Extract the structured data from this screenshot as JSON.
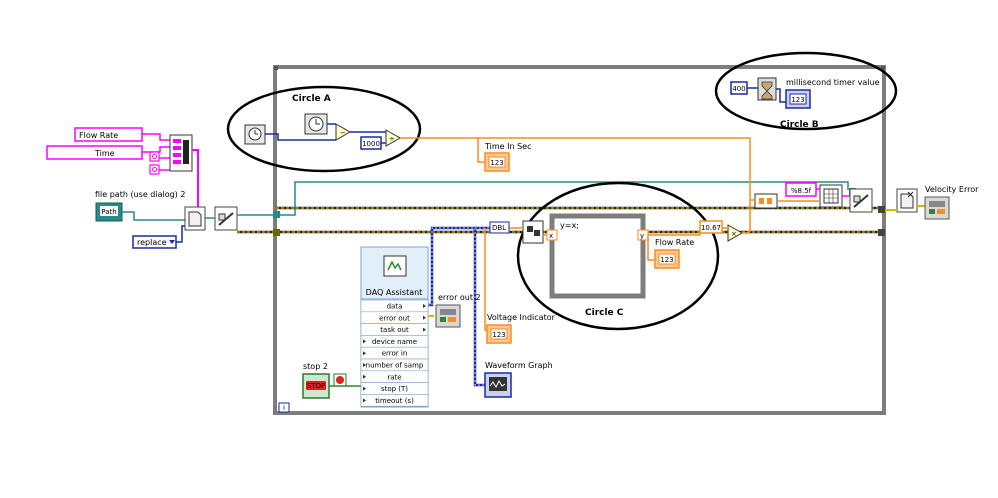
{
  "labels": {
    "flow_rate_const": "Flow Rate",
    "time_const": "Time",
    "file_path": "file path (use dialog) 2",
    "replace_enum": "replace",
    "circle_a": "Circle A",
    "circle_b": "Circle B",
    "circle_c": "Circle C",
    "const_1000": "1000",
    "const_400": "400",
    "ms_timer_value": "millisecond timer value",
    "time_in_sec": "Time In Sec",
    "format_string": "%8.5f",
    "velocity_error": "Velocity Error",
    "formula_text": "y=x;",
    "const_1067": "10.67",
    "flow_rate_ind": "Flow Rate",
    "error_out_2": "error out 2",
    "voltage_indicator": "Voltage Indicator",
    "waveform_graph": "Waveform Graph",
    "stop_2": "stop 2",
    "daq_title": "DAQ Assistant",
    "indicator_123": "123",
    "path_glyph": "Path",
    "dbl_tag": "DBL",
    "stop_btn": "STOP",
    "loop_iter": "i"
  },
  "daq_terminals": [
    {
      "label": "data",
      "color": "#1a2aa0"
    },
    {
      "label": "error out",
      "color": "#b8860b"
    },
    {
      "label": "task out",
      "color": "#7a1a6a"
    },
    {
      "label": "device name",
      "color": "#7a1a6a"
    },
    {
      "label": "error in",
      "color": "#b8860b"
    },
    {
      "label": "number of samp",
      "color": "#1a2aa0"
    },
    {
      "label": "rate",
      "color": "#e07a1a"
    },
    {
      "label": "stop (T)",
      "color": "#2a7a2a"
    },
    {
      "label": "timeout (s)",
      "color": "#e07a1a"
    }
  ],
  "colors": {
    "string_wire": "#ff00ff",
    "numeric_wire": "#ff8c1a",
    "integer_wire": "#1a2aa0",
    "error_wire": "#b8a000",
    "refnum_wire": "#2a8a8a",
    "boolean_wire": "#2a8a2a",
    "loop_frame": "#7a7a7a"
  }
}
